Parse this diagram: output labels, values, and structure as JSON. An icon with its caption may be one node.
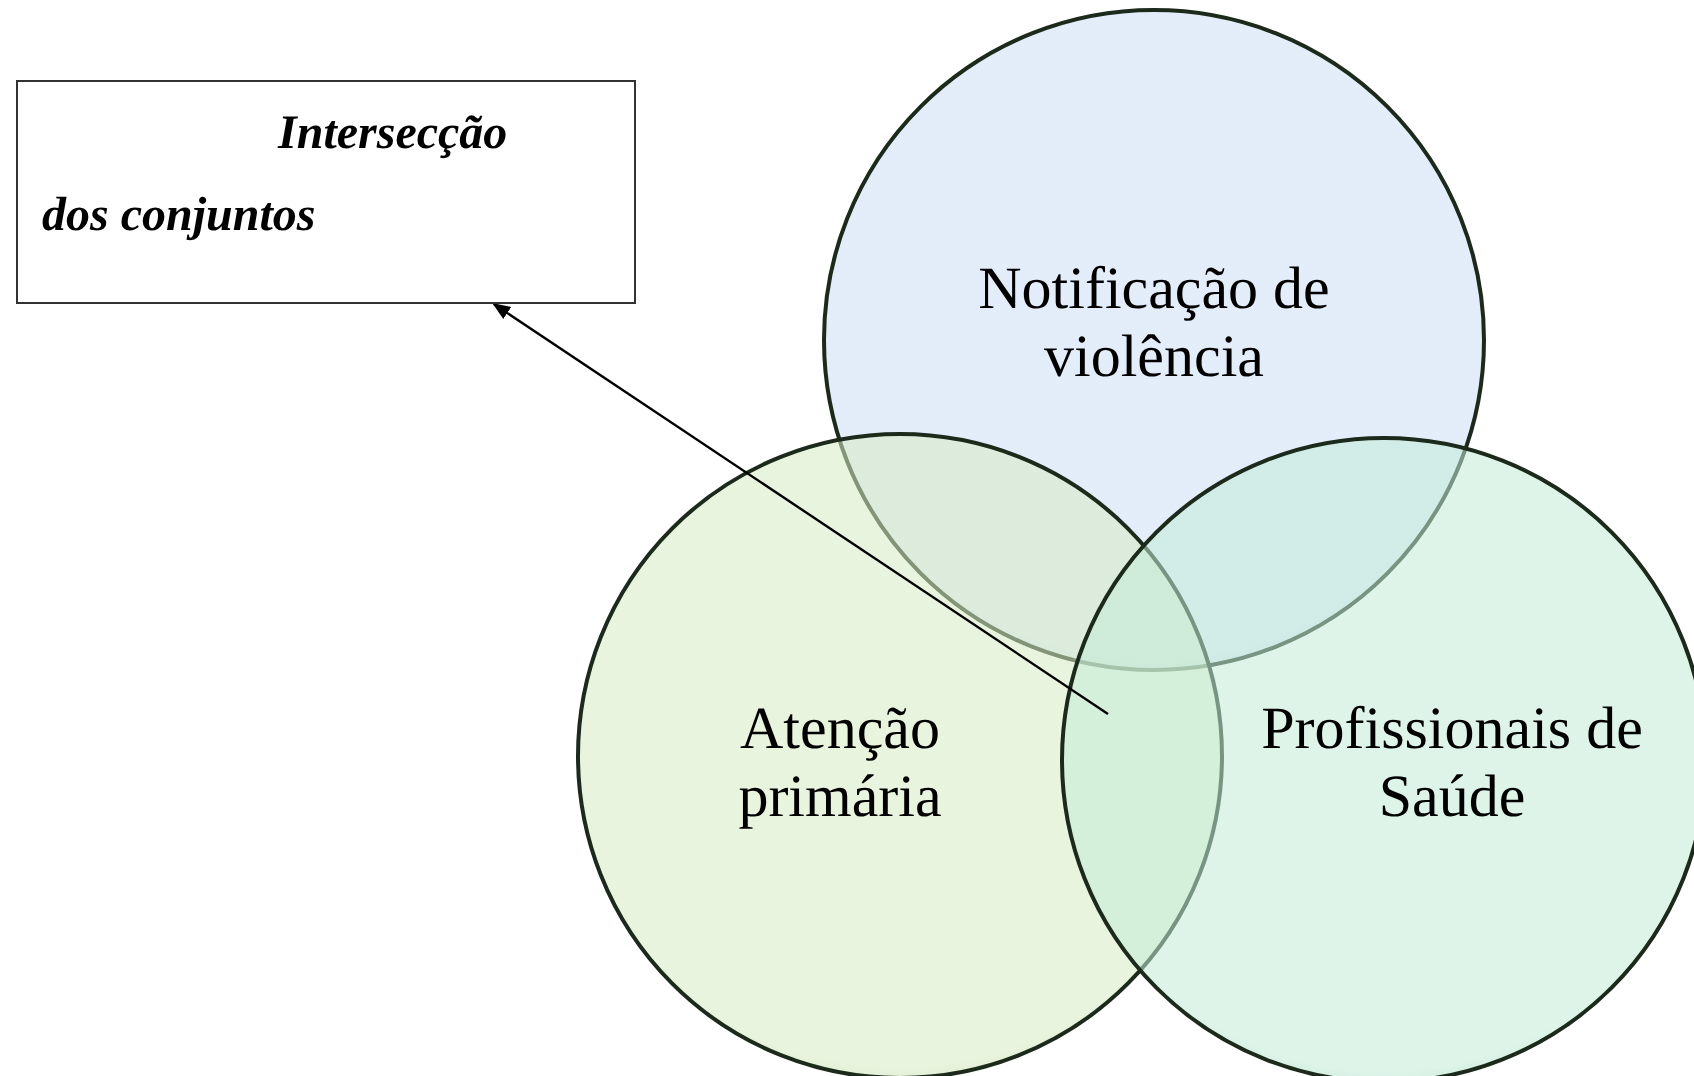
{
  "diagram": {
    "nodes": [
      {
        "text": [
          "Intersecção dos conjuntos"
        ]
      },
      {
        "text": [
          "Notificação de violência"
        ]
      },
      {
        "text": [
          "Atenção primária"
        ]
      },
      {
        "text": [
          "Profissionais de Saúde"
        ]
      }
    ],
    "edges": [
      {
        "from": 2,
        "to": 0,
        "arrow": "to"
      }
    ]
  }
}
